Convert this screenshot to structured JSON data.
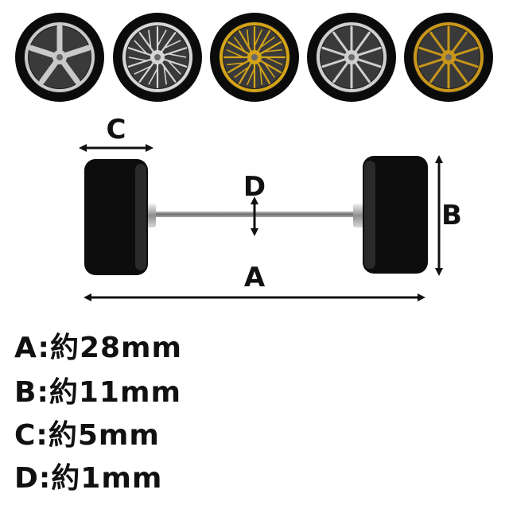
{
  "wheels": [
    {
      "style": "5-spoke",
      "rim_color": "#c9c9cc",
      "spokes": 5
    },
    {
      "style": "mesh",
      "rim_color": "#d6d6d8",
      "spokes": 10
    },
    {
      "style": "mesh",
      "rim_color": "#d4a418",
      "spokes": 12
    },
    {
      "style": "multi-spoke",
      "rim_color": "#cfcfd2",
      "spokes": 10
    },
    {
      "style": "multi-spoke",
      "rim_color": "#c8961a",
      "spokes": 10
    }
  ],
  "diagram": {
    "labels": {
      "a": "A",
      "b": "B",
      "c": "C",
      "d": "D"
    },
    "tire_color": "#0d0d0d",
    "axle_color": "#8a8a8a"
  },
  "specs": [
    {
      "key": "A",
      "sep": ":",
      "text": "約28mm"
    },
    {
      "key": "B",
      "sep": ":",
      "text": "約11mm"
    },
    {
      "key": "C",
      "sep": ":",
      "text": "約5mm"
    },
    {
      "key": "D",
      "sep": ":",
      "text": "約1mm"
    }
  ]
}
